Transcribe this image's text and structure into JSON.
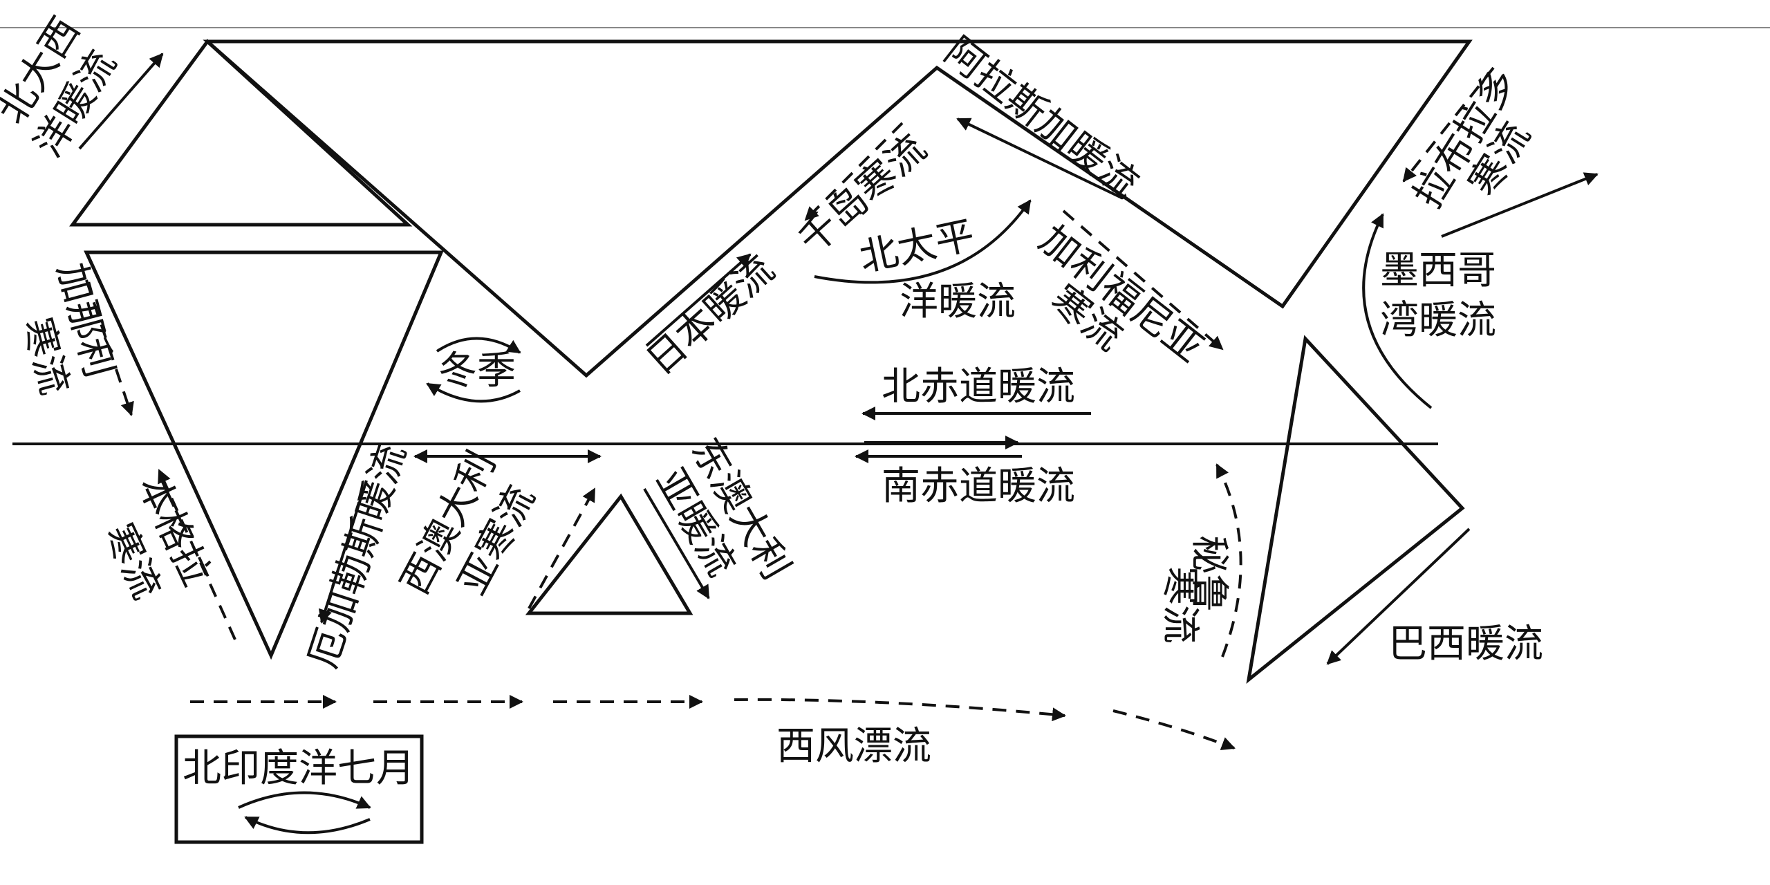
{
  "labels": {
    "north_atlantic": [
      "北大西",
      "洋暖流"
    ],
    "canary": [
      "加那利",
      "寒流"
    ],
    "benguela": [
      "本格拉",
      "寒流"
    ],
    "winter": "冬季",
    "agulhas": "厄加勒斯暖流",
    "west_australia": [
      "西澳大利",
      "亚寒流"
    ],
    "east_australia": [
      "东澳大利",
      "亚暖流"
    ],
    "japan": "日本暖流",
    "kuril": "千岛寒流",
    "north_pacific": [
      "北太平",
      "洋暖流"
    ],
    "alaska": "阿拉斯加暖流",
    "california": [
      "加利福尼亚",
      "寒流"
    ],
    "north_equatorial": "北赤道暖流",
    "south_equatorial": "南赤道暖流",
    "labrador": [
      "拉布拉多",
      "寒流"
    ],
    "gulf_stream": [
      "墨西哥",
      "湾暖流"
    ],
    "peru": [
      "秘鲁",
      "寒流"
    ],
    "brazil": "巴西暖流",
    "west_wind_drift": "西风漂流",
    "north_indian_july": "北印度洋七月"
  },
  "colors": {
    "line": "#111111",
    "background": "#ffffff"
  }
}
